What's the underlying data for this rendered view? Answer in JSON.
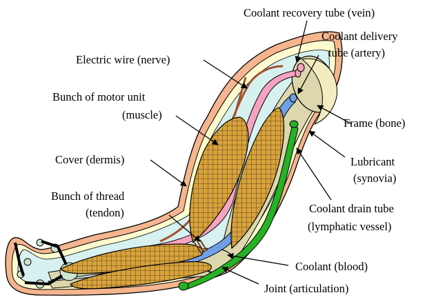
{
  "labels": {
    "vein": "Coolant recovery tube (vein)",
    "artery_line1": "Coolant delivery",
    "artery_line2": "tube (artery)",
    "nerve": "Electric wire (nerve)",
    "muscle_line1": "Bunch of motor unit",
    "muscle_line2": "(muscle)",
    "bone": "Frame (bone)",
    "dermis": "Cover (dermis)",
    "synovia_line1": "Lubricant",
    "synovia_line2": "(synovia)",
    "tendon_line1": "Bunch of thread",
    "tendon_line2": "(tendon)",
    "lymph_line1": "Coolant drain tube",
    "lymph_line2": "(lymphatic vessel)",
    "blood": "Coolant (blood)",
    "joint": "Joint (articulation)"
  },
  "colors": {
    "skin": "#f5b58f",
    "dermis": "#fffbd0",
    "coolant": "#d6f1ef",
    "muscle": "#d8a33c",
    "bone": "#dcd7ad",
    "vein": "#f5a3c0",
    "artery": "#6f9fe6",
    "lymph": "#26b225",
    "nerve": "#a0522d"
  }
}
